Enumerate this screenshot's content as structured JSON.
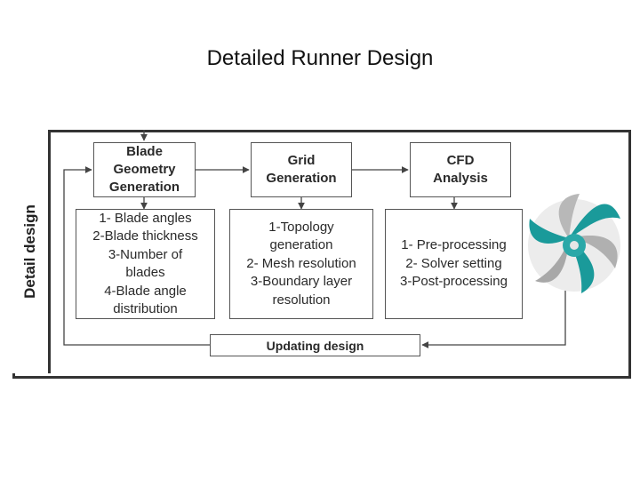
{
  "slide": {
    "title": "Detailed Runner Design"
  },
  "diagram": {
    "side_label": "Detail design",
    "steps": [
      {
        "title": "Blade\nGeometry\nGeneration",
        "details": "1- Blade angles\n2-Blade thickness\n3-Number of\nblades\n4-Blade angle\ndistribution"
      },
      {
        "title": "Grid\nGeneration",
        "details": "1-Topology\ngeneration\n2- Mesh resolution\n3-Boundary layer\nresolution"
      },
      {
        "title": "CFD\nAnalysis",
        "details": "1- Pre-processing\n2- Solver setting\n3-Post-processing"
      }
    ],
    "feedback_label": "Updating design",
    "colors": {
      "frame": "#333333",
      "arrows": "#444444",
      "runner_blades": "#1a9a9a",
      "runner_shade": "#a8a8a8"
    },
    "image": "turbine-runner-icon"
  }
}
